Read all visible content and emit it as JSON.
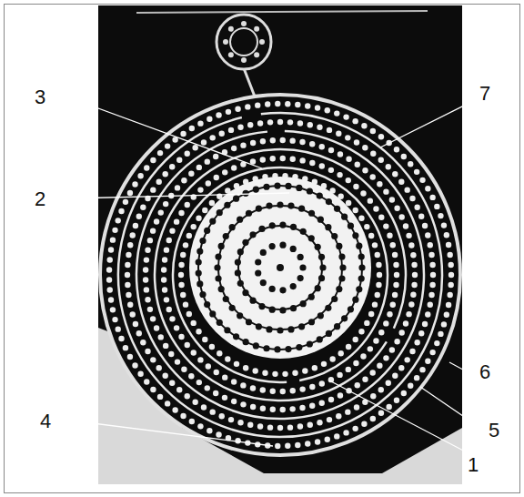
{
  "diagram": {
    "labels": [
      "3",
      "7",
      "2",
      "6",
      "5",
      "4",
      "1"
    ]
  }
}
